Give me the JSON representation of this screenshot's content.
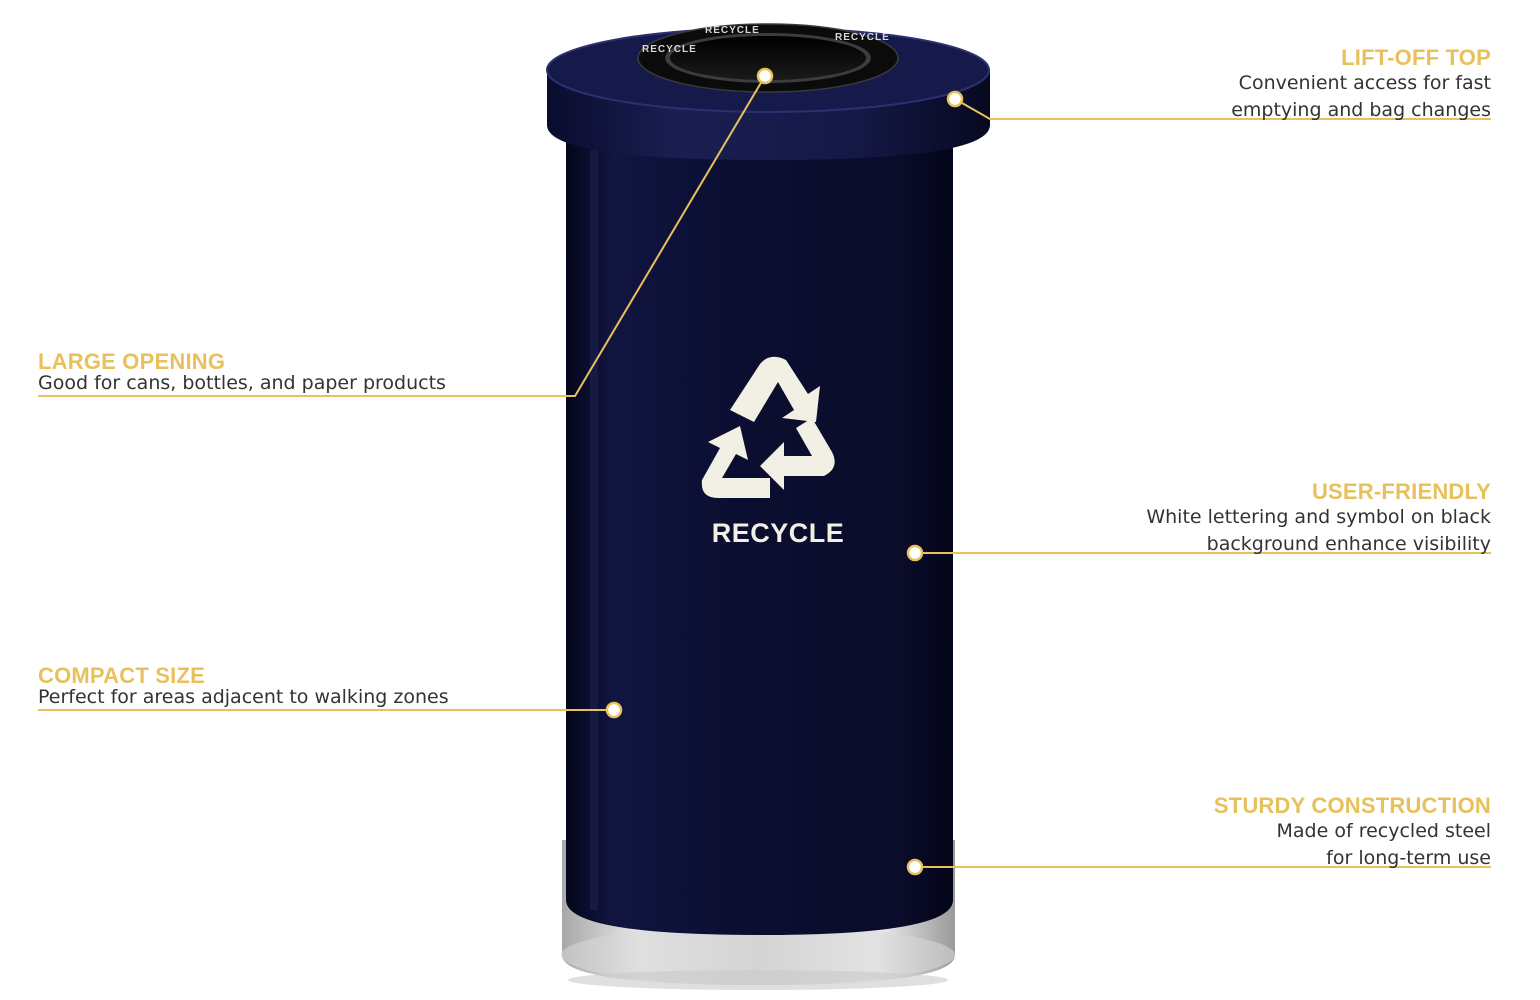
{
  "colors": {
    "accent": "#e8c15c",
    "body_text": "#333333",
    "can_body": "#0e1236",
    "can_label": "#f2efe4"
  },
  "product": {
    "label": "RECYCLE",
    "ring_label": "RECYCLE",
    "symbol_icon": "recycle-icon"
  },
  "callouts": {
    "lift_off_top": {
      "title": "LIFT-OFF TOP",
      "line1": "Convenient access for fast",
      "line2": "emptying and bag changes"
    },
    "large_opening": {
      "title": "LARGE OPENING",
      "line1": "Good for cans, bottles, and paper products"
    },
    "user_friendly": {
      "title": "USER-FRIENDLY",
      "line1": "White lettering and symbol on black",
      "line2": "background enhance visibility"
    },
    "compact_size": {
      "title": "COMPACT SIZE",
      "line1": "Perfect for areas adjacent to walking zones"
    },
    "sturdy_construction": {
      "title": "STURDY CONSTRUCTION",
      "line1": "Made of recycled steel",
      "line2": "for long-term use"
    }
  }
}
